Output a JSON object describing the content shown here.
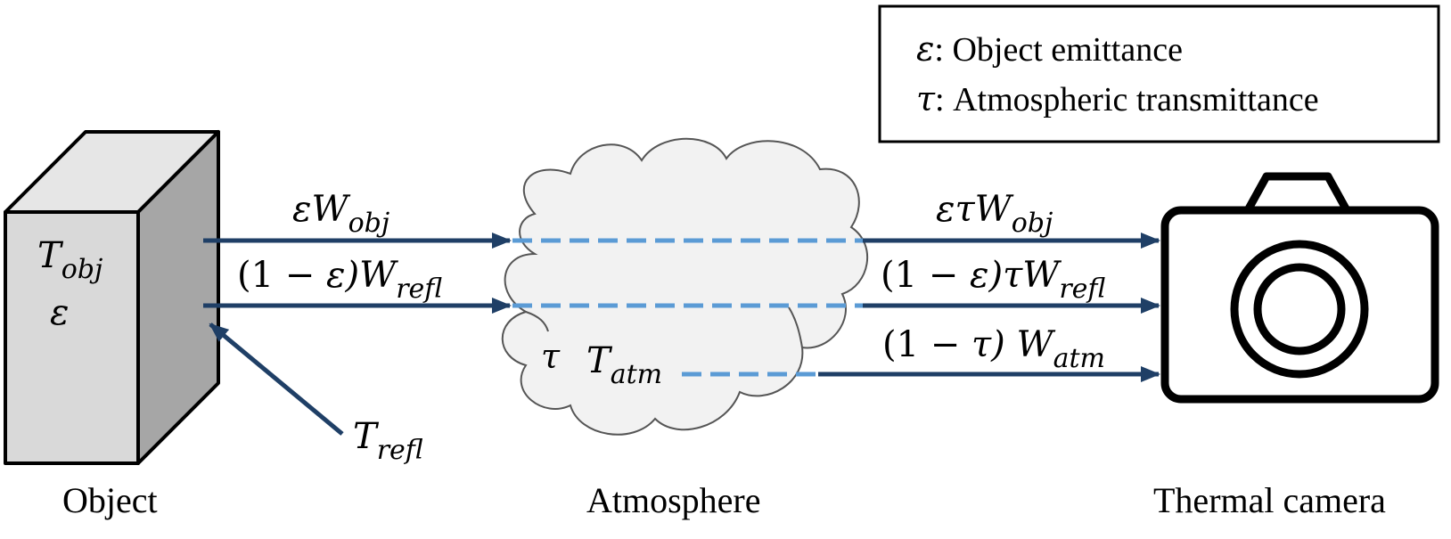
{
  "legend": {
    "line1_symbol": "ε",
    "line1_text": ": Object emittance",
    "line2_symbol": "τ",
    "line2_text": ": Atmospheric transmittance"
  },
  "object": {
    "label": "Object",
    "temp_symbol": "T",
    "temp_sub": "obj",
    "emissivity_symbol": "ε"
  },
  "reflected": {
    "symbol": "T",
    "sub": "refl"
  },
  "atmosphere": {
    "label": "Atmosphere",
    "tau_symbol": "τ",
    "temp_symbol": "T",
    "temp_sub": "atm"
  },
  "camera": {
    "label": "Thermal camera"
  },
  "left_arrows": {
    "top": {
      "text": "εW",
      "sub": "obj"
    },
    "mid": {
      "prefix": "(1 − ",
      "eps": "ε",
      "suffix": ")W",
      "sub": "refl"
    }
  },
  "right_arrows": {
    "top": {
      "text": "ετW",
      "sub": "obj"
    },
    "mid": {
      "prefix": "(1 − ",
      "eps": "ε",
      "suffix": ")τW",
      "sub": "refl"
    },
    "bottom": {
      "prefix": "(1 − ",
      "tau": "τ",
      "suffix": ") W",
      "sub": "atm"
    }
  },
  "colors": {
    "arrow": "#1f3f66",
    "dashed": "#5b9bd5",
    "box_front": "#d9d9d9",
    "box_side": "#a6a6a6",
    "box_top": "#e6e6e6",
    "cloud": "#f2f2f2",
    "stroke": "#000000"
  }
}
